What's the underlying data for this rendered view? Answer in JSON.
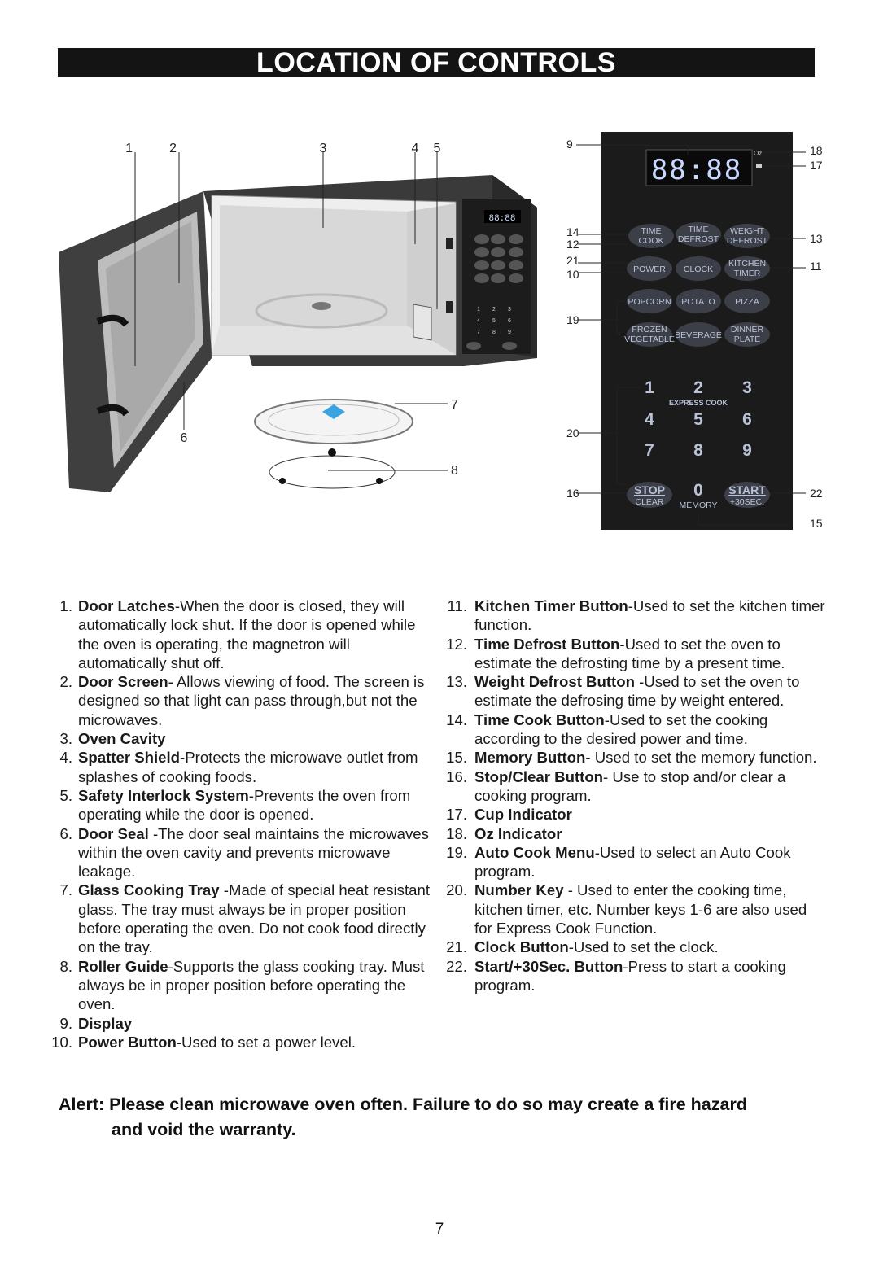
{
  "title": "LOCATION OF CONTROLS",
  "oven_callouts": [
    "1",
    "2",
    "3",
    "4",
    "5",
    "6",
    "7",
    "8"
  ],
  "panel": {
    "display": "88:88",
    "oz_label": "Oz",
    "callouts": {
      "n9": "9",
      "n18": "18",
      "n17": "17",
      "n14": "14",
      "n12": "12",
      "n13": "13",
      "n21": "21",
      "n10": "10",
      "n11": "11",
      "n19": "19",
      "n20": "20",
      "n16": "16",
      "n22": "22",
      "n15": "15"
    },
    "buttons": {
      "time_cook": [
        "TIME",
        "COOK"
      ],
      "time_defrost": [
        "TIME",
        "DEFROST"
      ],
      "weight_defrost": [
        "WEIGHT",
        "DEFROST"
      ],
      "power": "POWER",
      "clock": "CLOCK",
      "kitchen_timer": [
        "KITCHEN",
        "TIMER"
      ],
      "popcorn": "POPCORN",
      "potato": "POTATO",
      "pizza": "PIZZA",
      "frozen_vegetable": [
        "FROZEN",
        "VEGETABLE"
      ],
      "beverage": "BEVERAGE",
      "dinner_plate": [
        "DINNER",
        "PLATE"
      ],
      "express_cook": "EXPRESS COOK",
      "keys": [
        "1",
        "2",
        "3",
        "4",
        "5",
        "6",
        "7",
        "8",
        "9",
        "0"
      ],
      "stop": "STOP",
      "clear": "CLEAR",
      "memory": "MEMORY",
      "start": "START",
      "plus30": "+30SEC."
    }
  },
  "left_items": [
    {
      "num": "1.",
      "name": "Door Latches",
      "desc": "-When the door is closed, they will automatically lock shut. If the door is opened while the oven is operating, the magnetron will automatically shut off."
    },
    {
      "num": "2.",
      "name": "Door Screen",
      "desc": "- Allows viewing of food. The screen is designed so that light can pass through,but not the microwaves."
    },
    {
      "num": "3.",
      "name": "Oven Cavity",
      "desc": ""
    },
    {
      "num": "4.",
      "name": "Spatter Shield",
      "desc": "-Protects the microwave outlet from splashes of cooking foods."
    },
    {
      "num": "5.",
      "name": "Safety Interlock System",
      "desc": "-Prevents the oven from operating while the door is opened."
    },
    {
      "num": "6.",
      "name": "Door Seal",
      "desc": " -The door seal maintains the microwaves within the oven cavity and prevents microwave leakage."
    },
    {
      "num": "7.",
      "name": "Glass Cooking Tray",
      "desc": " -Made of special heat resistant glass. The tray must always be in proper position before operating the oven. Do not cook food directly on the tray."
    },
    {
      "num": "8.",
      "name": "Roller Guide",
      "desc": "-Supports the glass cooking tray. Must always be in proper position before operating the oven."
    },
    {
      "num": "9.",
      "name": "Display",
      "desc": ""
    },
    {
      "num": "10.",
      "name": "Power Button",
      "desc": "-Used to set a power level."
    }
  ],
  "right_items": [
    {
      "num": "11.",
      "name": "Kitchen Timer Button",
      "desc": "-Used to set the kitchen timer function."
    },
    {
      "num": "12.",
      "name": "Time Defrost Button",
      "desc": "-Used to set the oven to estimate the defrosting time by a present time."
    },
    {
      "num": "13.",
      "name": "Weight Defrost Button",
      "desc": " -Used to set the oven to estimate the defrosing time by weight entered."
    },
    {
      "num": "14.",
      "name": "Time Cook Button",
      "desc": "-Used to set the cooking according to the desired power and time."
    },
    {
      "num": "15.",
      "name": "Memory Button",
      "desc": "- Used to set the memory function."
    },
    {
      "num": "16.",
      "name": "Stop/Clear Button",
      "desc": "- Use to stop and/or clear a cooking program."
    },
    {
      "num": "17.",
      "name": "Cup Indicator",
      "desc": ""
    },
    {
      "num": "18.",
      "name": "Oz Indicator",
      "desc": ""
    },
    {
      "num": "19.",
      "name": "Auto Cook Menu",
      "desc": "-Used to select an Auto Cook program."
    },
    {
      "num": "20.",
      "name": "Number Key",
      "desc": " - Used to enter the cooking time, kitchen timer, etc. Number keys 1-6 are also used for Express Cook Function."
    },
    {
      "num": "21.",
      "name": "Clock Button",
      "desc": "-Used to set the clock."
    },
    {
      "num": "22.",
      "name": "Start/+30Sec. Button",
      "desc": "-Press to start a cooking program."
    }
  ],
  "alert": {
    "line1": "Alert: Please clean microwave oven often. Failure to do so may create a fire hazard",
    "line2": "and void the warranty."
  },
  "page_number": "7",
  "colors": {
    "title_bg": "#141414",
    "panel_bg": "#1b1b1b",
    "button_fill": "#3c3f48",
    "button_text": "#b9c2d6",
    "display_text": "#c8d8ff"
  }
}
